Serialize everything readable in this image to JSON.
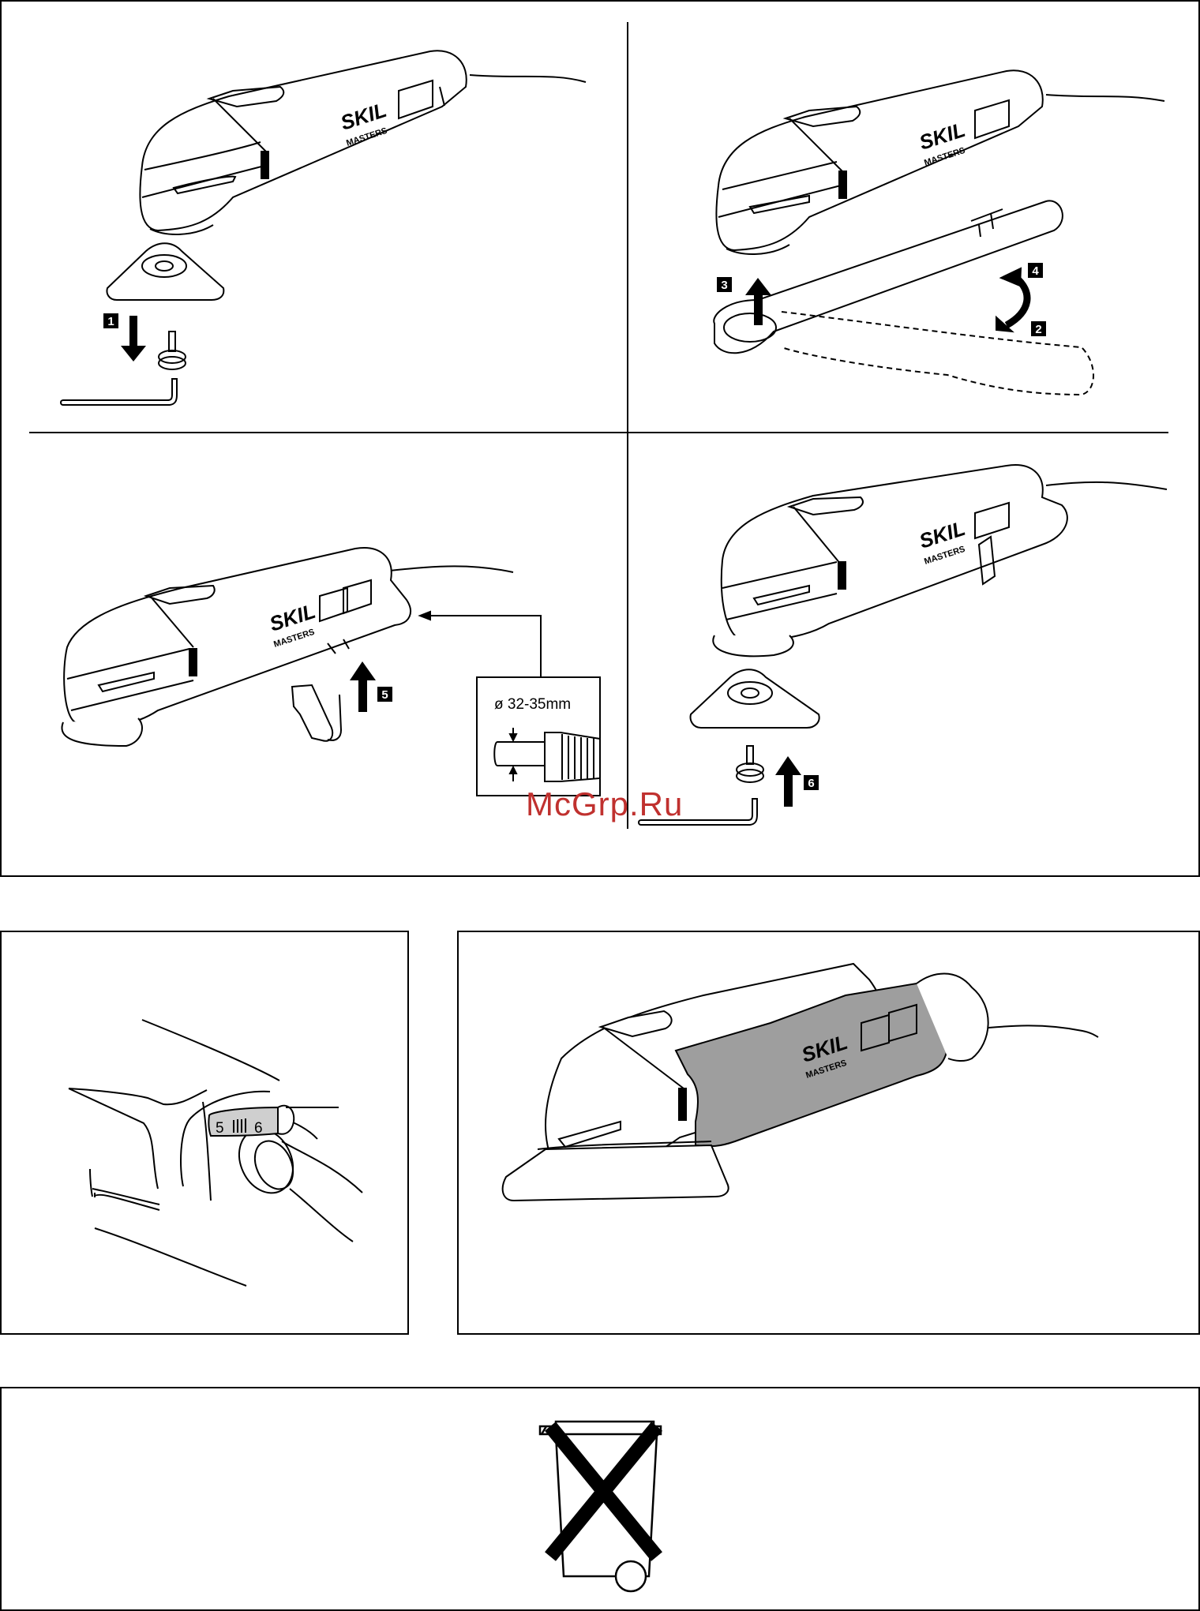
{
  "brand": {
    "logo": "SKIL",
    "model": "MASTERS"
  },
  "steps": [
    "1",
    "2",
    "3",
    "4",
    "5",
    "6"
  ],
  "dust_extraction": {
    "hose_diameter_label": "ø 32-35mm"
  },
  "speed_dial": {
    "low": "5",
    "high": "6"
  },
  "watermark": "McGrp.Ru"
}
